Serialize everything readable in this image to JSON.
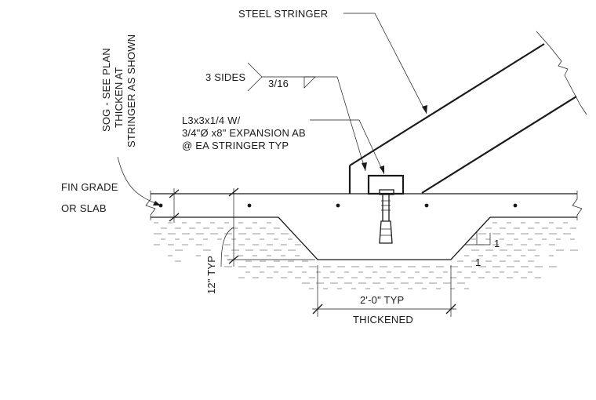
{
  "labels": {
    "steel_stringer": "STEEL STRINGER",
    "weld_sides": "3 SIDES",
    "weld_size": "3/16",
    "angle_line1": "L3x3x1/4 W/",
    "angle_line2": "3/4\"Ø x8\" EXPANSION AB",
    "angle_line3": "@ EA STRINGER TYP",
    "sog_line1": "SOG - SEE PLAN",
    "sog_line2": "THICKEN AT",
    "sog_line3": "STRINGER AS SHOWN",
    "fin_grade": "FIN GRADE",
    "or_slab": "OR SLAB",
    "depth": "12\" TYP",
    "slope_rise": "1",
    "slope_run": "1",
    "width": "2'-0\" TYP",
    "thickened": "THICKENED"
  }
}
